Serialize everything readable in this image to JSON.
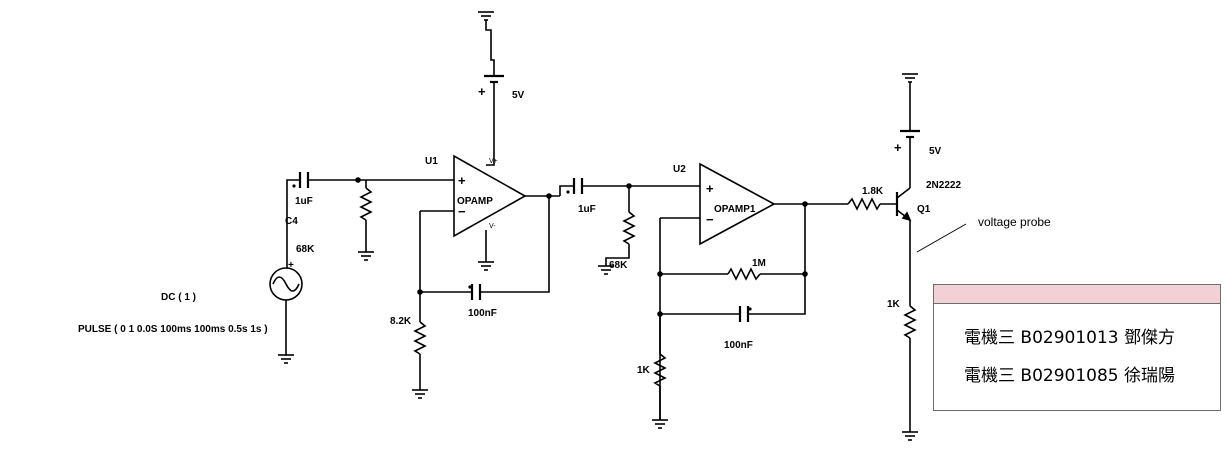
{
  "labels": {
    "u1": "U1",
    "u2": "U2",
    "opamp1_name": "OPAMP",
    "opamp2_name": "OPAMP1",
    "vplus": "V+",
    "vminus": "V-",
    "plus_sign": "+",
    "minus_sign": "−",
    "battery_plus": "+",
    "battery1_value": "5V",
    "battery2_value": "5V",
    "cap_in": "1uF",
    "c4": "C4",
    "r_68k_a": "68K",
    "cap_mid": "1uF",
    "r_68k_b": "68K",
    "r_8k2": "8.2K",
    "cap_100nf_a": "100nF",
    "r_1m": "1M",
    "cap_100nf_b": "100nF",
    "r_1k_a": "1K",
    "r_1k8": "1.8K",
    "transistor_model": "2N2222",
    "q1": "Q1",
    "r_1k_b": "1K",
    "source_dc": "DC ( 1 )",
    "source_pulse": "PULSE ( 0 1 0.0S 100ms 100ms 0.5s 1s )",
    "voltage_probe": "voltage probe"
  },
  "info_box": {
    "line1": "電機三 B02901013 鄧傑方",
    "line2": "電機三 B02901085 徐瑞陽"
  },
  "colors": {
    "wire": "#000000",
    "info_header": "#f2d0d6",
    "info_border": "#6d6d6d"
  }
}
